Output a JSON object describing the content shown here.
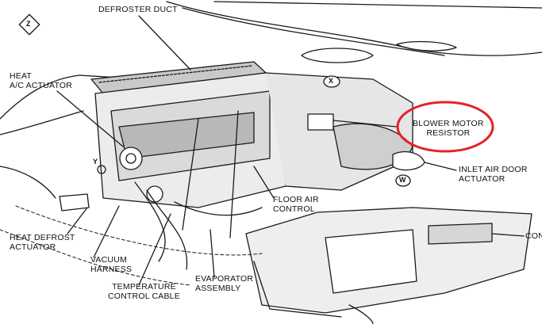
{
  "labels": {
    "defroster_duct": "DEFROSTER DUCT",
    "heat_ac_actuator": "HEAT\nA/C ACTUATOR",
    "blower_motor_resistor": "BLOWER MOTOR\nRESISTOR",
    "inlet_air_door_actuator": "INLET AIR DOOR\nACTUATOR",
    "floor_air_control": "FLOOR AIR\nCONTROL",
    "heat_defrost_actuator": "HEAT DEFROST\nACTUATOR",
    "vacuum_harness": "VACUUM\nHARNESS",
    "temperature_control_cable": "TEMPERATURE\nCONTROL CABLE",
    "evaporator_assembly": "EVAPORATOR\nASSEMBLY",
    "con_truncated": "CON"
  },
  "markers": {
    "z": "Z",
    "x": "X",
    "y": "Y",
    "w": "W"
  },
  "colors": {
    "line": "#1a1a1a",
    "highlight": "#e0242a",
    "shade": "#8a8a8a",
    "light_shade": "#c9c9c9"
  }
}
